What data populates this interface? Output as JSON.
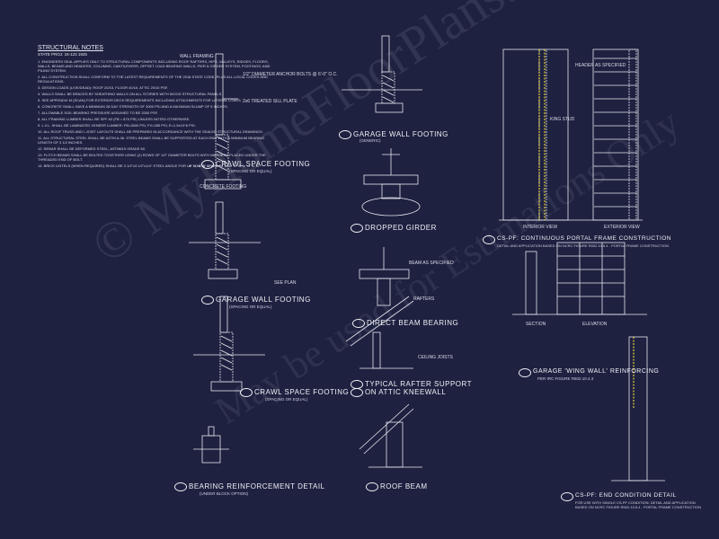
{
  "notes": {
    "heading": "STRUCTURAL NOTES",
    "subheading": "STATE PROJ: 15-123 1925",
    "items": [
      "1. ENGINEERS SEAL APPLIES ONLY TO STRUCTURAL COMPONENTS INCLUDING ROOF RAFTERS, HIPS, VALLEYS, RIDGES, FLOORS, WALLS, BEAMS AND HEADERS, COLUMNS, CANTILEVERS, OFFSET LOAD BEARING WALLS, PIER & GIRDER SYSTEM, FOOTINGS, AND PILING SYSTEM.",
      "2. ALL CONSTRUCTION SHALL CONFORM TO THE LATEST REQUIREMENTS OF THE 2018 STATE CODE, PLUS ALL LOCAL CODES AND REGULATIONS.",
      "3. DESIGN LOADS (LIVE/DEAD): ROOF 20/15, FLOOR 40/10, ATTIC 20/10 PSF.",
      "4. WALLS SHALL BE BRACED BY SHEATHING WALLS ON ALL STORIES WITH WOOD STRUCTURAL PANELS.",
      "5. SEE APPENDIX M (SCAN) FOR EXTERIOR DECK REQUIREMENTS INCLUDING ATTACHMENTS FOR LATERAL LOADS.",
      "6. CONCRETE SHALL HAVE A MINIMUM 28 DAY STRENGTH OF 3000 PSI AND A MAXIMUM SLUMP OF 5 INCHES.",
      "7. ALLOWABLE SOIL BEARING PRESSURE ASSUMED TO BE 2000 PSF.",
      "8. ALL FRAMING LUMBER SHALL BE SPF #2 (FB = 875 PSI) UNLESS NOTED OTHERWISE.",
      "9. L.V.L. SHALL BE LAMINATED VENEER LUMBER: FB=2600 PSI, FV=285 PSI, E=1.9x10^6 PSI.",
      "10. ALL ROOF TRUSS AND I-JOIST LAYOUTS SHALL BE PREPARED IN ACCORDANCE WITH THE SEALED STRUCTURAL DRAWINGS.",
      "11. ALL STRUCTURAL STEEL SHALL BE ASTM A-36. STEEL BEAMS SHALL BE SUPPORTED AT EACH END WITH A MINIMUM BEARING LENGTH OF 3 1/2 INCHES.",
      "12. REBAR SHALL BE DEFORMED STEEL, ASTM615 GRADE 60.",
      "13. FLITCH BEAMS SHALL BE BOLTED TOGETHER USING (2) ROWS OF 1/2\" DIAMETER BOLTS WITH WASHERS PLACED UNDER THE THREADED END OF BOLT.",
      "14. BRICK LINTELS (WHEN REQUIRED) SHALL BE 3 1/2\"x3 1/2\"x1/4\" STEEL ANGLE FOR UP TO 6'-0\" SPAN."
    ]
  },
  "details": {
    "crawl_space_1": {
      "title": "CRAWL SPACE FOOTING",
      "sub": "(SPACING OR EQUAL)"
    },
    "garage_wall_1": {
      "title": "GARAGE WALL FOOTING",
      "sub": "(SPACING OR EQUAL)"
    },
    "crawl_space_2": {
      "title": "CRAWL SPACE FOOTING",
      "sub": "(SPACING OR EQUAL)"
    },
    "garage_wall_2": {
      "title": "GARAGE WALL FOOTING",
      "sub": "(GENERIC)"
    },
    "dropped_girder": {
      "title": "DROPPED GIRDER",
      "sub": ""
    },
    "direct_beam": {
      "title": "DIRECT BEAM BEARING",
      "sub": ""
    },
    "rafter_support": {
      "title": "TYPICAL RAFTER SUPPORT",
      "title2": "ON ATTIC KNEEWALL",
      "sub": ""
    },
    "roof_beam": {
      "title": "ROOF BEAM",
      "sub": ""
    },
    "bearing_reinf": {
      "title": "BEARING REINFORCEMENT DETAIL",
      "sub": "(UNDER BLOCK OPTION)"
    },
    "cs_pf": {
      "title": "CS-PF: CONTINUOUS PORTAL FRAME CONSTRUCTION",
      "sub": "DETAIL AND APPLICATION BASED ON NCRC FIGURE R602.10.6.4 - PORTAL FRAME CONSTRUCTION"
    },
    "garage_wing": {
      "title": "GARAGE 'WING WALL' REINFORCING",
      "sub": "PER IRC FIGURE R602.10.4.3"
    },
    "cs_pf_end": {
      "title": "CS-PF: END CONDITION DETAIL",
      "sub": "FOR USE WITH SINGLE CS-PF CONDITION. DETAIL AND APPLICATION BASED ON NCRC FIGURE R602.10.6.4 - PORTAL FRAME CONSTRUCTION"
    }
  },
  "callouts": {
    "interior_view": "INTERIOR VIEW",
    "exterior_view": "EXTERIOR VIEW",
    "section": "SECTION",
    "elevation": "ELEVATION",
    "wall_framing": "WALL FRAMING",
    "concrete_footing": "CONCRETE FOOTING",
    "see_plan": "SEE PLAN",
    "anchor_bolts": "1/2\" DIAMETER ANCHOR BOLTS @ 6'-0\" O.C.",
    "pt_sill": "2x6 TREATED SILL PLATE",
    "beam_as_specified": "BEAM AS SPECIFIED",
    "ceiling_joists": "CEILING JOISTS",
    "rafters": "RAFTERS",
    "king_stud": "KING STUD",
    "header": "HEADER AS SPECIFIED"
  },
  "watermark": {
    "line1": "©  MyHomeFloorPlans.com",
    "line2": "May be used for Estimations Only"
  },
  "colors": {
    "background": "#1e2140",
    "line": "#e8e8f0",
    "accent": "#e8d23a"
  }
}
